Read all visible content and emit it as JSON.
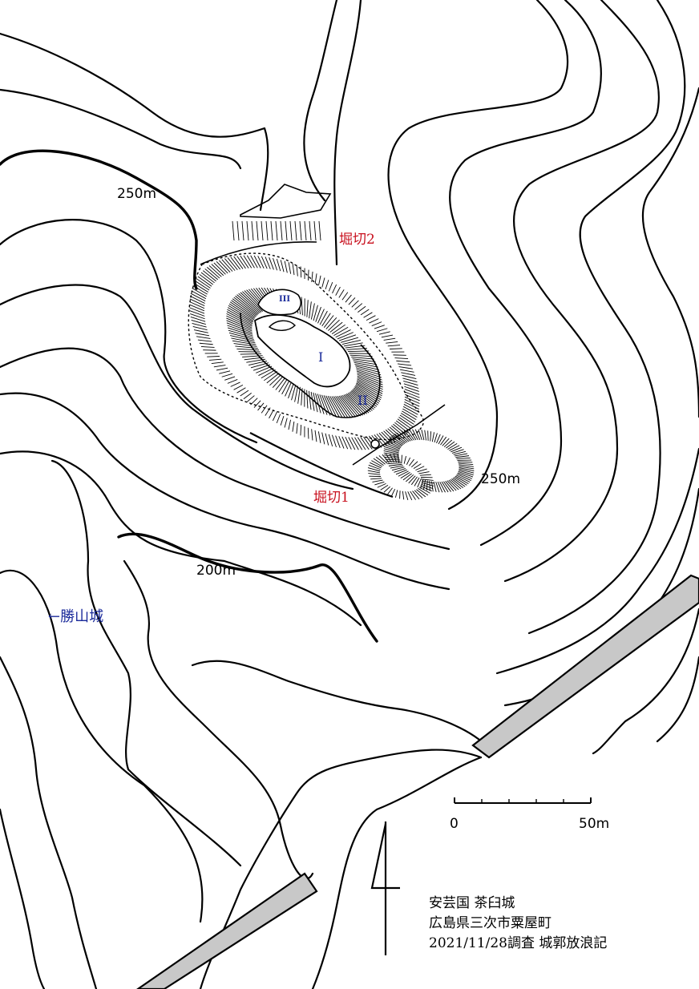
{
  "labels": {
    "contour_250_left": "250m",
    "contour_250_right": "250m",
    "contour_200": "200m",
    "moat_1": "堀切1",
    "moat_2": "堀切2",
    "bailey_1": "I",
    "bailey_2": "II",
    "bailey_3": "III",
    "neighbor_castle": "←勝山城"
  },
  "scale_bar": {
    "start": "0",
    "end": "50m"
  },
  "info": {
    "line1": "安芸国 茶臼城",
    "line2": "広島県三次市粟屋町",
    "line3": "2021/11/28調査 城郭放浪記"
  },
  "colors": {
    "moat_label": "#c8101e",
    "bailey_label": "#1a2a9a",
    "road": "#c8c8c8",
    "contour": "#000000"
  }
}
